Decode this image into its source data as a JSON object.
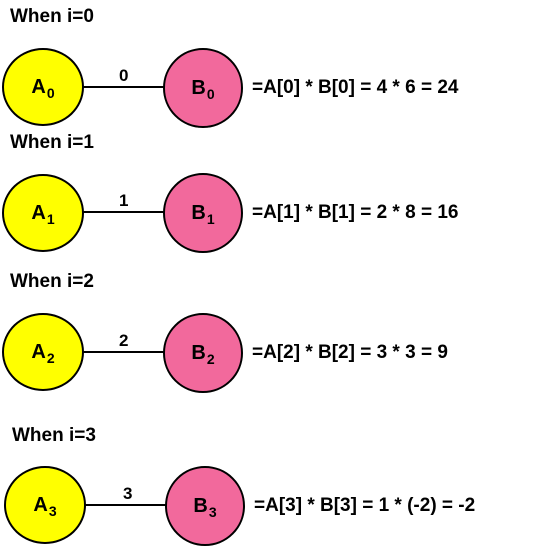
{
  "colors": {
    "node_a_fill": "#ffff00",
    "node_b_fill": "#f2699c",
    "outline": "#000000"
  },
  "steps": [
    {
      "heading": "When i=0",
      "node_a": {
        "letter": "A",
        "index": "0"
      },
      "node_b": {
        "letter": "B",
        "index": "0"
      },
      "edge_label": "0",
      "equation": "=A[0] * B[0] = 4 * 6 = 24"
    },
    {
      "heading": "When i=1",
      "node_a": {
        "letter": "A",
        "index": "1"
      },
      "node_b": {
        "letter": "B",
        "index": "1"
      },
      "edge_label": "1",
      "equation": "=A[1] * B[1] = 2 * 8 = 16"
    },
    {
      "heading": "When i=2",
      "node_a": {
        "letter": "A",
        "index": "2"
      },
      "node_b": {
        "letter": "B",
        "index": "2"
      },
      "edge_label": "2",
      "equation": "=A[2] * B[2] = 3 * 3 = 9"
    },
    {
      "heading": "When i=3",
      "node_a": {
        "letter": "A",
        "index": "3"
      },
      "node_b": {
        "letter": "B",
        "index": "3"
      },
      "edge_label": "3",
      "equation": "=A[3] * B[3] = 1 * (-2) = -2"
    }
  ]
}
